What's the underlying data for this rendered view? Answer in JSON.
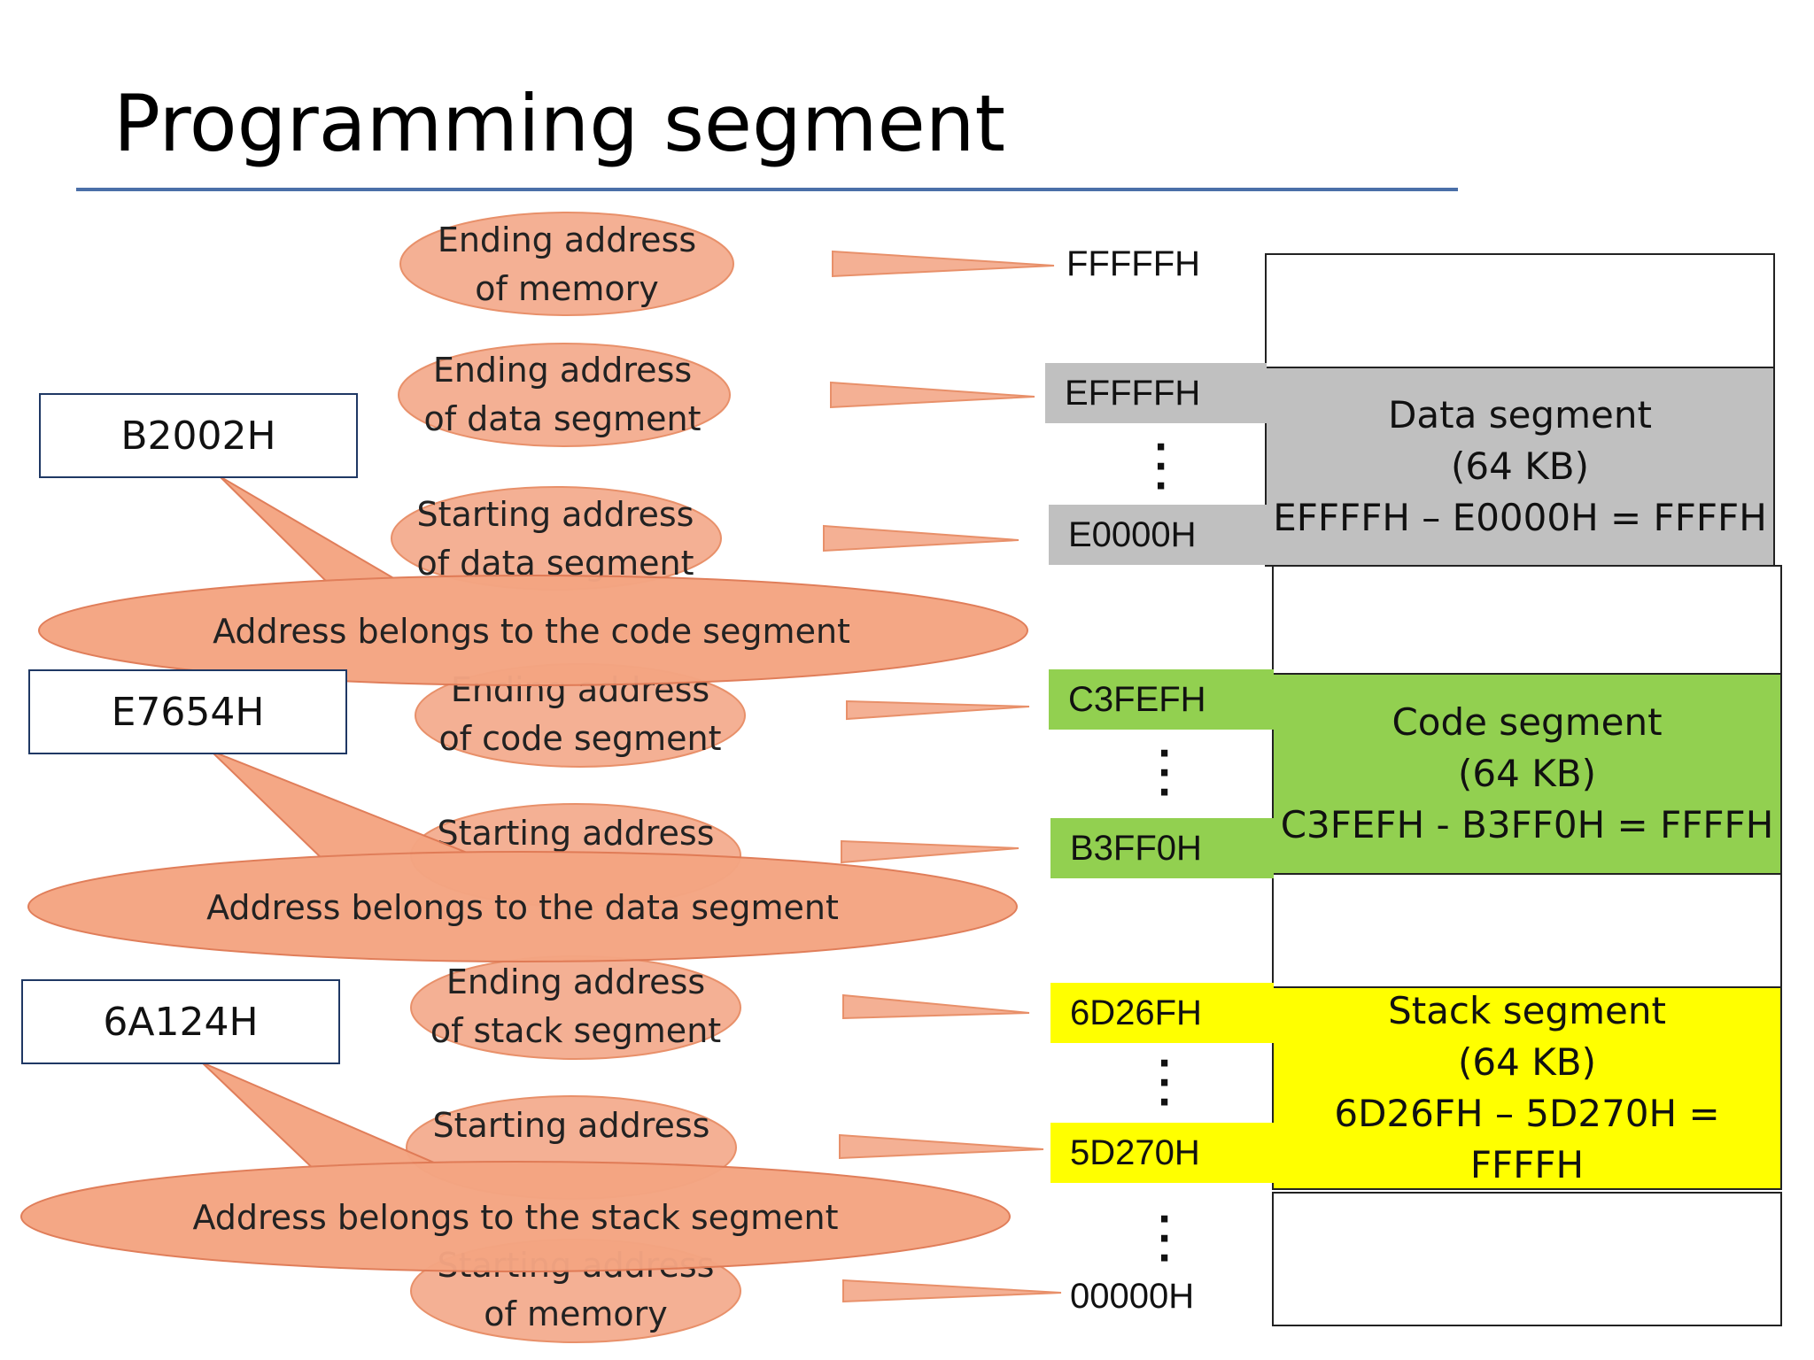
{
  "title": "Programming segment",
  "colors": {
    "data_segment": "#c0c0c0",
    "code_segment": "#92d050",
    "stack_segment": "#ffff00",
    "callout": "#f4a582",
    "rule": "#4a6fa8"
  },
  "memory_map": {
    "data_segment": {
      "name": "Data segment",
      "size": "(64 KB)",
      "calc": "EFFFFH – E0000H = FFFFH"
    },
    "code_segment": {
      "name": "Code segment",
      "size": "(64 KB)",
      "calc": "C3FEFH - B3FF0H = FFFFH"
    },
    "stack_segment": {
      "name": "Stack segment",
      "size": "(64 KB)",
      "calc": "6D26FH – 5D270H = FFFFH"
    }
  },
  "addresses": {
    "mem_end": "FFFFFH",
    "data_end": "EFFFFH",
    "data_start": "E0000H",
    "code_end": "C3FEFH",
    "code_start": "B3FF0H",
    "stack_end": "6D26FH",
    "stack_start": "5D270H",
    "mem_start": "00000H"
  },
  "callouts": {
    "mem_end": [
      "Ending address",
      "of memory"
    ],
    "data_end": [
      "Ending address",
      "of data segment"
    ],
    "data_start": [
      "Starting address",
      "of data segment"
    ],
    "code_end": [
      "Ending address",
      "of code segment"
    ],
    "code_start": [
      "Starting address",
      ""
    ],
    "stack_end": [
      "Ending address",
      "of stack segment"
    ],
    "stack_start": [
      "Starting address",
      ""
    ],
    "mem_start": [
      "Starting address",
      "of memory"
    ]
  },
  "probes": [
    {
      "address": "B2002H",
      "result": "Address belongs to the code segment"
    },
    {
      "address": "E7654H",
      "result": "Address belongs to the data segment"
    },
    {
      "address": "6A124H",
      "result": "Address belongs to the stack segment"
    }
  ]
}
